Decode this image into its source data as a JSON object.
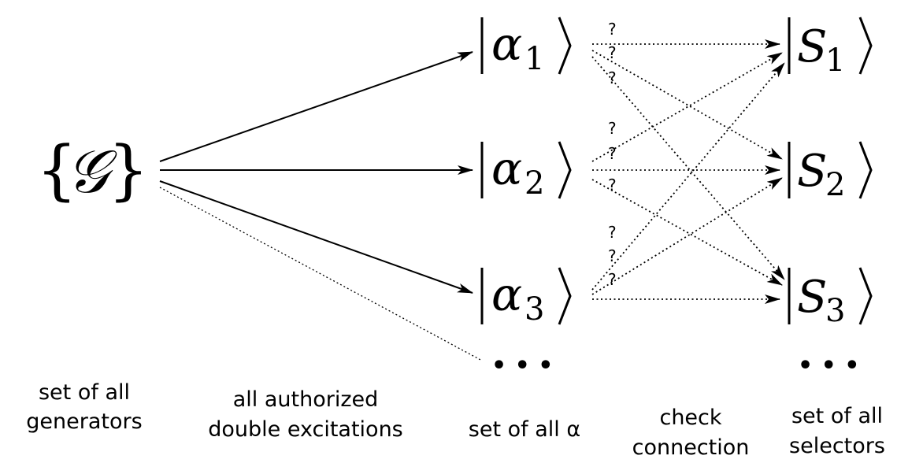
{
  "nodes": {
    "generators": {
      "open": "{",
      "symbol": "𝒢",
      "close": "}"
    },
    "alphas": [
      {
        "symbol": "α",
        "index": "1"
      },
      {
        "symbol": "α",
        "index": "2"
      },
      {
        "symbol": "α",
        "index": "3"
      }
    ],
    "selectors": [
      {
        "symbol": "S",
        "index": "1"
      },
      {
        "symbol": "S",
        "index": "2"
      },
      {
        "symbol": "S",
        "index": "3"
      }
    ],
    "ellipsis": "• • •"
  },
  "question_mark": "?",
  "captions": {
    "generators": [
      "set of all",
      "generators"
    ],
    "excitations": [
      "all authorized",
      "double excitations"
    ],
    "alphas": [
      "set of all α"
    ],
    "check": [
      "check",
      "connection"
    ],
    "selectors": [
      "set of all",
      "selectors"
    ]
  },
  "colors": {
    "ink": "#000000",
    "background": "#ffffff"
  }
}
